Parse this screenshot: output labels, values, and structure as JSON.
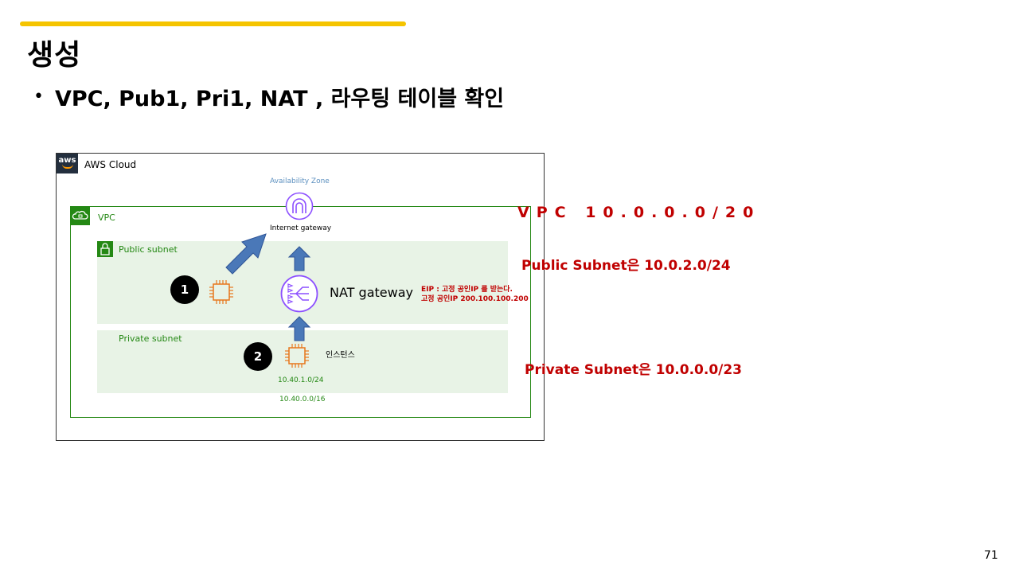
{
  "slide": {
    "title": "생성",
    "bullet": "VPC, Pub1, Pri1, NAT , 라우팅 테이블 확인",
    "page_number": "71"
  },
  "diagram": {
    "aws_cloud_label": "AWS Cloud",
    "aws_logo_text": "aws",
    "availability_zone_label": "Availability Zone",
    "internet_gateway_label": "Internet gateway",
    "vpc_label": "VPC",
    "public_subnet_label": "Public subnet",
    "private_subnet_label": "Private subnet",
    "nat_gateway_label": "NAT gateway",
    "instance_label": "인스턴스",
    "private_cidr": "10.40.1.0/24",
    "vpc_cidr": "10.40.0.0/16",
    "badge_1": "1",
    "badge_2": "2",
    "eip_note_line1": "EIP : 고정 공인IP 를 받는다.",
    "eip_note_line2": "고정 공인IP 200.100.100.200"
  },
  "annotations": {
    "vpc": "VPC 10.0.0.0/20",
    "public": "Public Subnet은 10.0.2.0/24",
    "private": "Private Subnet은 10.0.0.0/23"
  },
  "colors": {
    "accent_bar": "#f5c400",
    "aws_green": "#248814",
    "subnet_fill": "#e8f3e6",
    "arrow_blue": "#4a78b8",
    "nat_purple": "#8c4fff",
    "ec2_orange": "#e7761b",
    "note_red": "#c00000"
  }
}
